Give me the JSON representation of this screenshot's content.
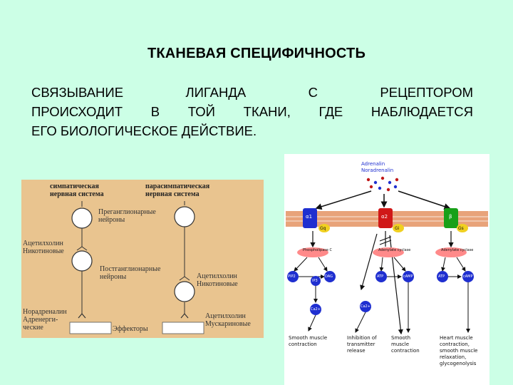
{
  "slide": {
    "title": "ТКАНЕВАЯ СПЕЦИФИЧНОСТЬ",
    "paragraph": {
      "line1": [
        "СВЯЗЫВАНИЕ",
        "ЛИГАНДА",
        "С",
        "РЕЦЕПТОРОМ"
      ],
      "line2": [
        "ПРОИСХОДИТ",
        "В",
        "ТОЙ",
        "ТКАНИ,",
        "ГДЕ",
        "НАБЛЮДАЕТСЯ"
      ],
      "line3": "ЕГО БИОЛОГИЧЕСКОЕ ДЕЙСТВИЕ."
    }
  },
  "nervous_diagram": {
    "sympathetic": "симпатическая\nнервная система",
    "parasympathetic": "парасимпатическая\nнервная система",
    "preganglionic": "Преганглионарные\nнейроны",
    "acetylcholine_nicotinic_left": "Ацетилхолин\nНикотиновые",
    "postganglionic": "Постганглионарные\nнейроны",
    "acetylcholine_nicotinic_right": "Ацетилхолин\nНикотиновые",
    "noradrenaline": "Норадреналин\nАдренерги-\nческие",
    "effectors": "Эффекторы",
    "acetylcholine_muscarinic": "Ацетилхолин\nМускариновые"
  },
  "receptor_diagram": {
    "ligands": "Adrenalin\nNoradrenalin",
    "receptors": [
      "α1",
      "α2",
      "β"
    ],
    "g_proteins": [
      "Gq",
      "Gi",
      "Gs"
    ],
    "effectors": [
      "Phospholipase C",
      "Adenylate cyclase",
      "Adenylate cyclase"
    ],
    "messengers": [
      "PIP2",
      "DAG",
      "IP3",
      "Ca2+",
      "Ca2+",
      "ATP",
      "cAMP",
      "ATP",
      "cAMP"
    ],
    "outcomes": [
      "Smooth muscle\ncontraction",
      "Inhibition of\ntransmitter\nrelease",
      "Smooth\nmuscle\ncontraction",
      "Heart muscle\ncontraction,\nsmooth muscle\nrelaxation,\nglycogenolysis"
    ],
    "colors": {
      "alpha1": "#1f2fd0",
      "alpha2": "#d01818",
      "beta": "#18a018",
      "membrane": "#e8a37a",
      "g_protein": "#f0d020"
    }
  }
}
